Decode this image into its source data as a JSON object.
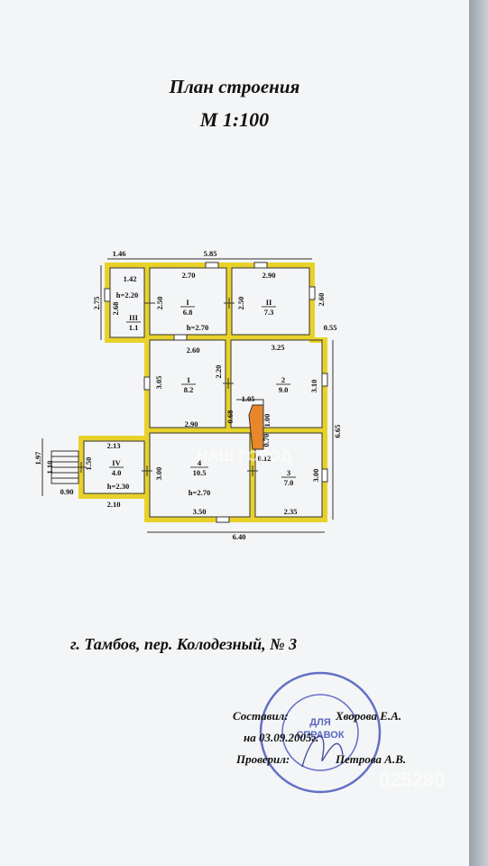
{
  "document": {
    "title": "План строения",
    "scale": "М 1:100",
    "address": "г. Тамбов, пер. Колодезный, № 3",
    "compiled_label": "Составил:",
    "compiled_name": "Хворова Е.А.",
    "date_line": "на 03.09.2005г.",
    "checked_label": "Проверил:",
    "checked_name": "Петрова А.В.",
    "stamp_center": "ДЛЯ СПРАВОК"
  },
  "rooms": [
    {
      "id": "r-I",
      "num": "I",
      "area": "6.8"
    },
    {
      "id": "r-II",
      "num": "II",
      "area": "7.3"
    },
    {
      "id": "r-III",
      "num": "III",
      "area": "1.1"
    },
    {
      "id": "r-1",
      "num": "1",
      "area": "8.2"
    },
    {
      "id": "r-2",
      "num": "2",
      "area": "9.0"
    },
    {
      "id": "r-IV",
      "num": "IV",
      "area": "4.0"
    },
    {
      "id": "r-4",
      "num": "4",
      "area": "10.5"
    },
    {
      "id": "r-3",
      "num": "3",
      "area": "7.0"
    }
  ],
  "heights": [
    "h=2.20",
    "h=2.70",
    "h=2.30",
    "h=2.70"
  ],
  "dimensions": [
    "1.46",
    "5.85",
    "1.42",
    "2.70",
    "2.90",
    "2.75",
    "2.68",
    "2.50",
    "2.50",
    "2.60",
    "0.55",
    "2.60",
    "3.25",
    "3.05",
    "2.20",
    "3.10",
    "1.05",
    "0.68",
    "1.00",
    "2.90",
    "0.70",
    "6.65",
    "0.12",
    "1.97",
    "2.13",
    "1.10",
    "1.50",
    "3.00",
    "3.00",
    "0.90",
    "2.10",
    "3.50",
    "2.35",
    "6.40"
  ],
  "watermarks": [
    "НАШ ГОРОД",
    "025280"
  ]
}
